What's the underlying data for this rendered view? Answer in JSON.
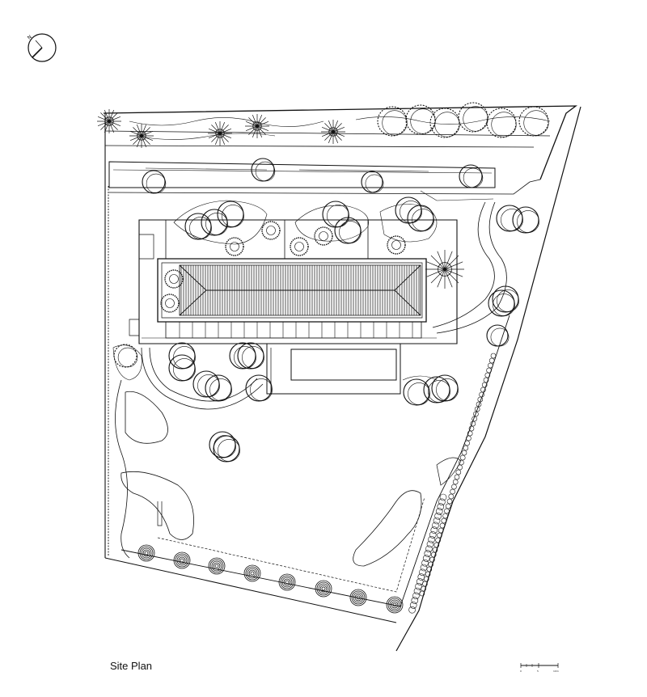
{
  "drawing": {
    "caption": "Site Plan",
    "north_label": "N",
    "scale_labels": [
      "0",
      "5",
      "10m"
    ]
  },
  "colors": {
    "ink": "#111111",
    "paper": "#ffffff"
  }
}
